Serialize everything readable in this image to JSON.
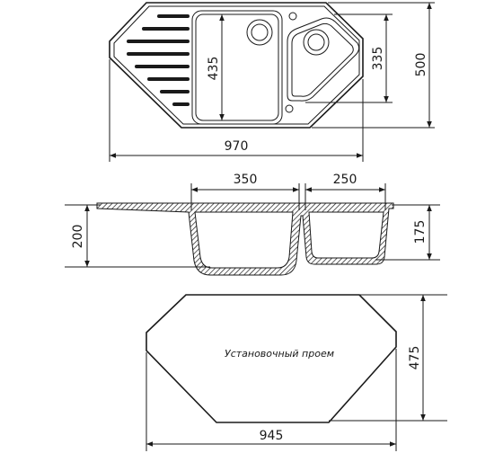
{
  "top_view": {
    "width_label": "970",
    "depth_label": "500",
    "large_bowl_label": "435",
    "small_bowl_label": "335"
  },
  "section_view": {
    "large_bowl_width_label": "350",
    "small_bowl_width_label": "250",
    "total_depth_label": "200",
    "small_bowl_depth_label": "175"
  },
  "cutout_view": {
    "caption": "Установочный проем",
    "width_label": "945",
    "depth_label": "475"
  }
}
